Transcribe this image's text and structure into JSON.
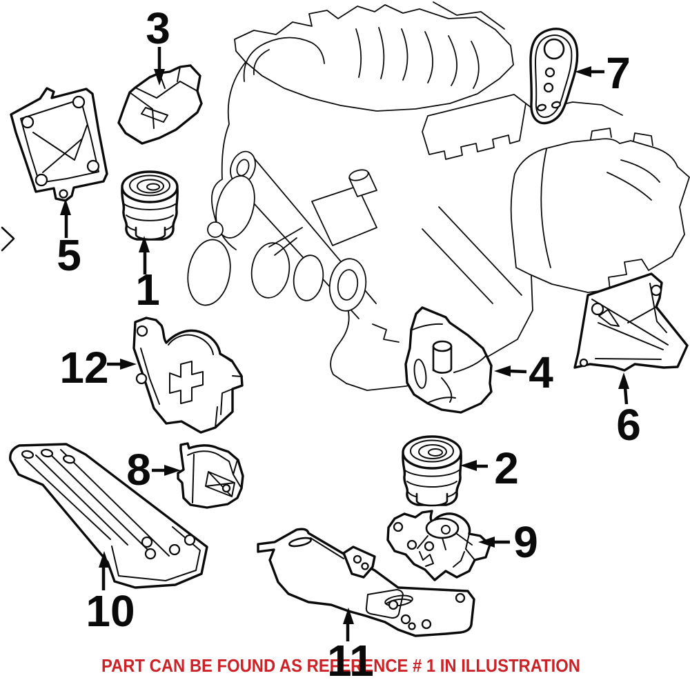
{
  "diagram": {
    "background_color": "#ffffff",
    "line_color": "#0a0a0a"
  },
  "note": {
    "text": "PART CAN BE FOUND AS REFERENCE # 1 IN ILLUSTRATION",
    "color": "#cc2127"
  },
  "callouts": {
    "c1": {
      "label": "1"
    },
    "c2": {
      "label": "2"
    },
    "c3": {
      "label": "3"
    },
    "c4": {
      "label": "4"
    },
    "c5": {
      "label": "5"
    },
    "c6": {
      "label": "6"
    },
    "c7": {
      "label": "7"
    },
    "c8": {
      "label": "8"
    },
    "c9": {
      "label": "9"
    },
    "c10": {
      "label": "10"
    },
    "c11": {
      "label": "11"
    },
    "c12": {
      "label": "12"
    }
  }
}
